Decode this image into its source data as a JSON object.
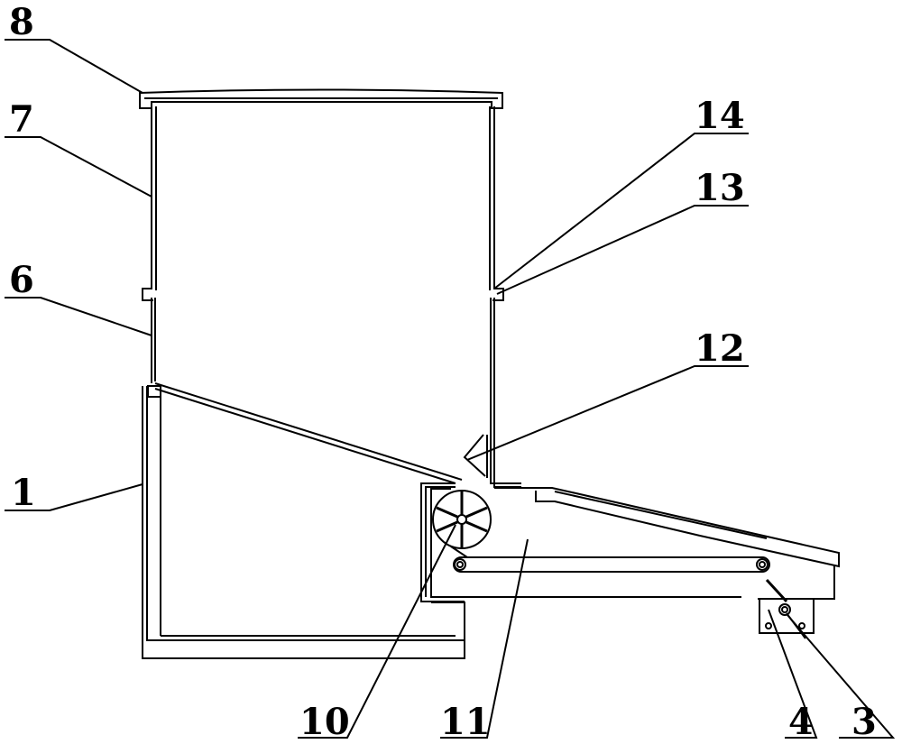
{
  "figure": {
    "callouts": [
      {
        "id": "8",
        "text": "8",
        "part": "lid"
      },
      {
        "id": "7",
        "text": "7",
        "part": "upper-container"
      },
      {
        "id": "6",
        "text": "6",
        "part": "lower-container"
      },
      {
        "id": "1",
        "text": "1",
        "part": "base-body"
      },
      {
        "id": "14",
        "text": "14",
        "part": "upper-joint"
      },
      {
        "id": "13",
        "text": "13",
        "part": "lower-joint"
      },
      {
        "id": "12",
        "text": "12",
        "part": "deflector"
      },
      {
        "id": "10",
        "text": "10",
        "part": "dispensing-wheel"
      },
      {
        "id": "11",
        "text": "11",
        "part": "conveyor-belt"
      },
      {
        "id": "4",
        "text": "4",
        "part": "bracket"
      },
      {
        "id": "3",
        "text": "3",
        "part": "lever"
      }
    ],
    "colors": {
      "line": "#000000",
      "background": "#ffffff"
    }
  }
}
